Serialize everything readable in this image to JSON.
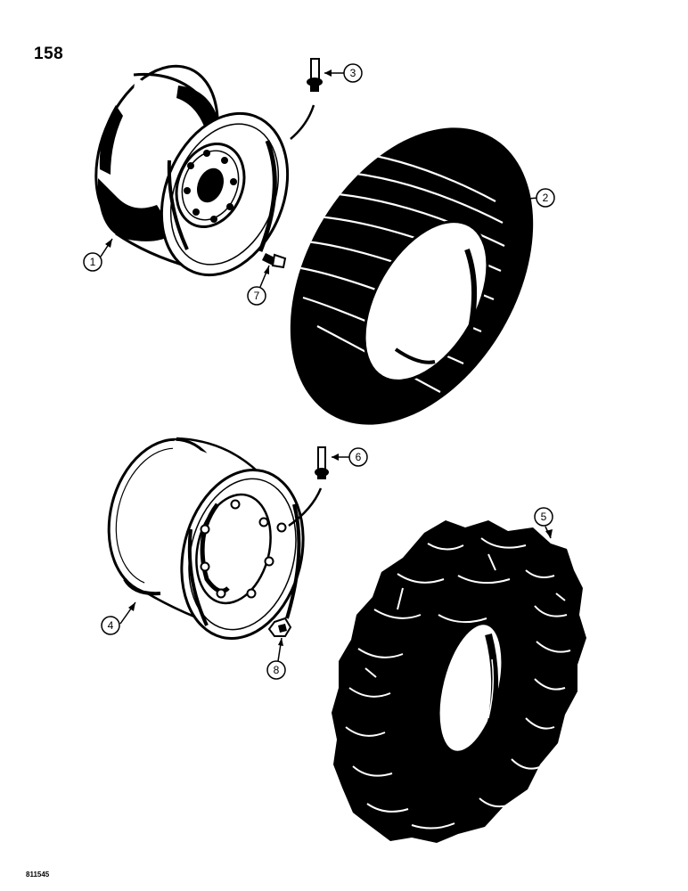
{
  "page_number": "158",
  "figure_code": "811545",
  "callouts": [
    {
      "label": "1",
      "part": "front-wheel-rim"
    },
    {
      "label": "2",
      "part": "front-tire-rib-tread"
    },
    {
      "label": "3",
      "part": "valve-stem"
    },
    {
      "label": "4",
      "part": "rear-wheel-rim"
    },
    {
      "label": "5",
      "part": "rear-tire-lug-tread"
    },
    {
      "label": "6",
      "part": "valve-stem"
    },
    {
      "label": "7",
      "part": "wheel-bolt"
    },
    {
      "label": "8",
      "part": "wheel-nut"
    }
  ],
  "colors": {
    "ink": "#000000",
    "paper": "#ffffff",
    "grey": "#cfcfcf"
  }
}
